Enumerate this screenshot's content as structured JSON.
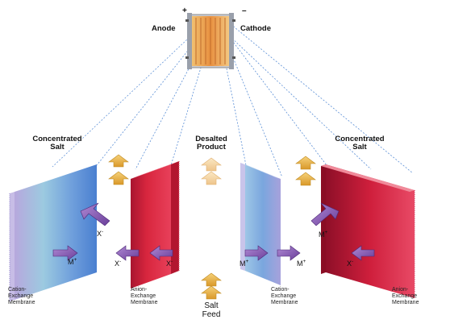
{
  "cell": {
    "plus_sign": "+",
    "minus_sign": "–",
    "anode_label": "Anode",
    "cathode_label": "Cathode"
  },
  "headings": {
    "concentrated_left": [
      "Concentrated",
      "Salt"
    ],
    "desalted": [
      "Desalted",
      "Product"
    ],
    "concentrated_right": [
      "Concentrated",
      "Salt"
    ]
  },
  "membranes": {
    "cation_left": [
      "Cation-",
      "Exchange",
      "Membrane"
    ],
    "anion_left": [
      "Anion-",
      "Exchange",
      "Membrane"
    ],
    "cation_right": [
      "Cation-",
      "Exchange",
      "Membrane"
    ],
    "anion_right": [
      "Anion-",
      "Exchange",
      "Membrane"
    ]
  },
  "ions": {
    "cation": "M",
    "cation_charge": "+",
    "anion": "X",
    "anion_charge": "-"
  },
  "feed": [
    "Salt",
    "Feed"
  ],
  "colors": {
    "cation_membrane": "#8fb2e0",
    "anion_membrane": "#d8263e",
    "ion_arrow": "#8a62b6",
    "flow_arrow": "#e8b84a",
    "field_lines": "#5b8fd6"
  }
}
